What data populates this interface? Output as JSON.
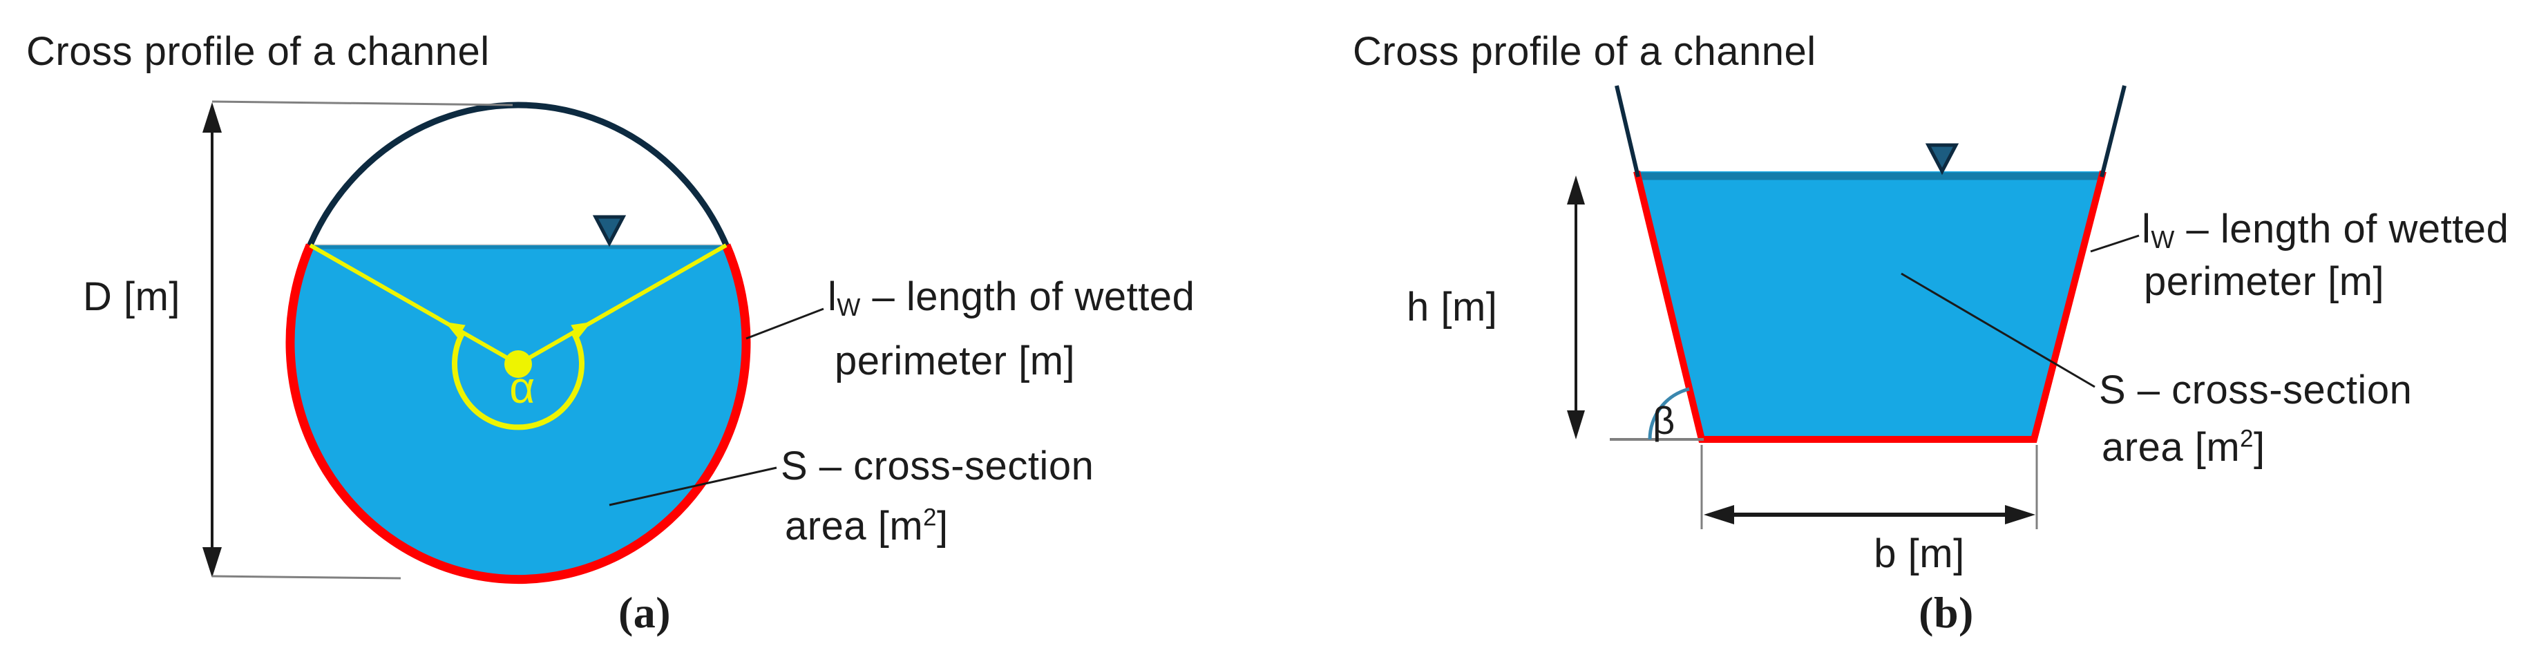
{
  "figure_a": {
    "title": "Cross profile of a channel",
    "caption": "(a)",
    "labels": {
      "diameter": "D [m]",
      "alpha": "α",
      "lw_symbol": "l",
      "lw_sub": "W",
      "lw_rest": " – length of wetted",
      "lw_line2": "perimeter [m]",
      "s_line1": "S – cross-section",
      "area_pre": "area [m",
      "area_sup": "2",
      "area_post": "]"
    }
  },
  "figure_b": {
    "title": "Cross profile of a channel",
    "caption": "(b)",
    "labels": {
      "height": "h [m]",
      "beta": "β",
      "base": "b [m]",
      "lw_symbol": "l",
      "lw_sub": "W",
      "lw_rest": " – length of wetted",
      "lw_line2": "perimeter [m]",
      "s_line1": "S – cross-section",
      "area_pre": "area [m",
      "area_sup": "2",
      "area_post": "]"
    }
  },
  "colors": {
    "water": "#17a8e4",
    "wetted": "#ff0000",
    "outline": "#0d2a40",
    "accent": "#eef400",
    "marker": "#1c5c80",
    "beta": "#3a87ae",
    "dim": "#1a1a1a",
    "thin": "#808080",
    "text": "#1c1c1c"
  }
}
